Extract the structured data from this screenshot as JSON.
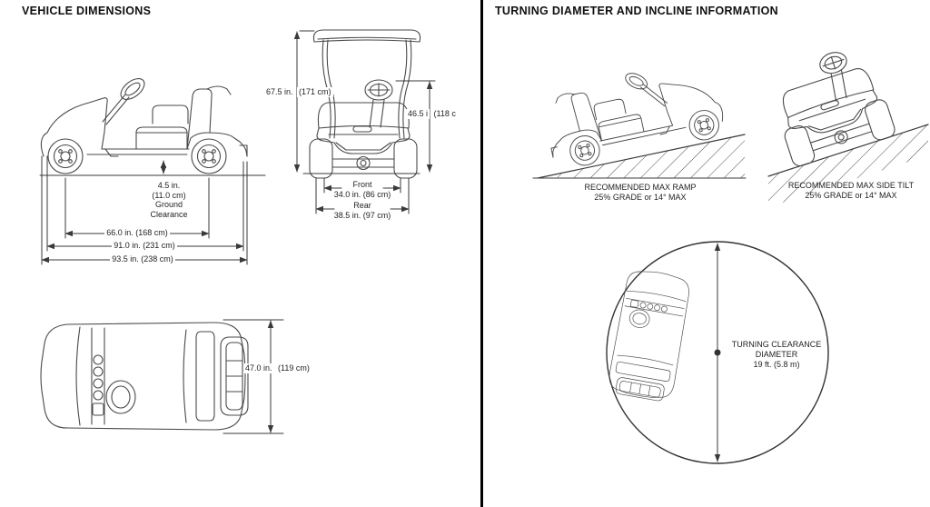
{
  "colors": {
    "line": "#4a4a4a",
    "dimension_line": "#3a3a3a",
    "text": "#1f1f1f",
    "divider": "#000000",
    "background": "#ffffff"
  },
  "left_panel": {
    "title": "VEHICLE DIMENSIONS",
    "side_view": {
      "ground_clearance": [
        "4.5 in.",
        "(11.0 cm)",
        "Ground",
        "Clearance"
      ],
      "wheelbase": "66.0 in. (168 cm)",
      "body_length": "91.0 in. (231 cm)",
      "overall_length": "93.5 in. (238 cm)"
    },
    "front_view": {
      "overall_height": [
        "67.5 in.",
        "(171 cm)"
      ],
      "steering_wheel_height": [
        "46.5 i",
        "(118 c"
      ],
      "front_track": [
        "Front",
        "34.0 in. (86 cm)"
      ],
      "rear_track": [
        "Rear",
        "38.5 in. (97 cm)"
      ]
    },
    "top_view": {
      "overall_width": [
        "47.0 in.",
        "(119 cm)"
      ]
    }
  },
  "right_panel": {
    "title": "TURNING DIAMETER AND INCLINE INFORMATION",
    "max_ramp": [
      "RECOMMENDED MAX RAMP",
      "25% GRADE or 14° MAX"
    ],
    "max_side_tilt": [
      "RECOMMENDED MAX SIDE TILT",
      "25% GRADE or 14° MAX"
    ],
    "turning_clearance": [
      "TURNING CLEARANCE",
      "DIAMETER",
      "19 ft. (5.8 m)"
    ]
  }
}
